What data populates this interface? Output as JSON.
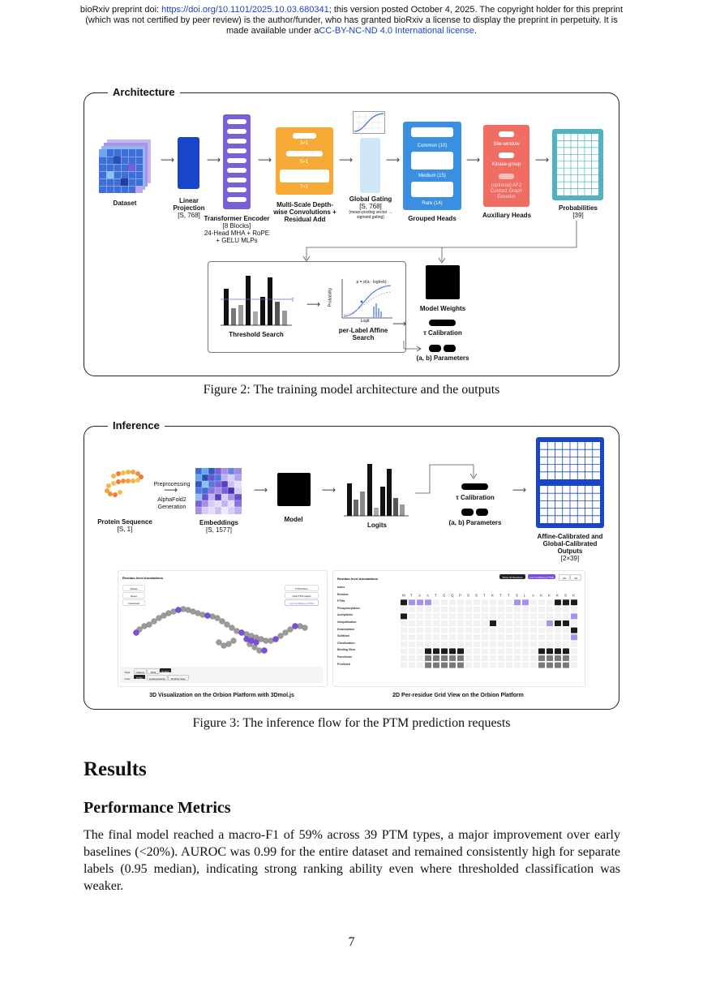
{
  "header": {
    "line1_prefix": "bioRxiv preprint doi: ",
    "doi_link": "https://doi.org/10.1101/2025.10.03.680341",
    "line1_suffix": "; this version posted October 4, 2025. The copyright holder for this preprint",
    "line2": "(which was not certified by peer review) is the author/funder, who has granted bioRxiv a license to display the preprint in perpetuity. It is",
    "line3_prefix": "made available under a",
    "license_link": "CC-BY-NC-ND 4.0 International license",
    "line3_suffix": "."
  },
  "figure2": {
    "panel_title": "Architecture",
    "caption": "Figure 2: The training model architecture and the outputs",
    "dataset": "Dataset",
    "linear_projection": "Linear Projection",
    "linear_projection_dim": "[S, 768]",
    "transformer_title": "Transformer Encoder",
    "transformer_blocks": "[8 Blocks]",
    "transformer_detail": "24-Head MHA + RoPE + GELU MLPs",
    "conv_k1": "3×1",
    "conv_k2": "5×1",
    "conv_k3": "7×1",
    "conv_title": "Multi-Scale Depth-wise Convolutions + Residual Add",
    "gating_title": "Global Gating",
    "gating_dim": "[S, 768]",
    "gating_note": "(mean-pooling vector → sigmoid gating)",
    "head_common": "Common (10)",
    "head_medium": "Medium (15)",
    "head_rare": "Rare (14)",
    "grouped_heads": "Grouped Heads",
    "aux_site": "Site-window",
    "aux_kinase": "Kinase-group",
    "aux_af2": "(optional) AF2 Contact Graph Encoder",
    "auxiliary_heads": "Auxiliary Heads",
    "probabilities": "Probabilities",
    "probabilities_dim": "[39]",
    "threshold_search": "Threshold Search",
    "tau": "τ",
    "affine_formula": "p = σ(a · logit+b)",
    "probability_axis": "Probability",
    "logit_axis": "Logit",
    "affine_search": "per-Label Affine Search",
    "model_weights": "Model Weights",
    "tau_calibration": "τ Calibration",
    "ab_parameters": "(a, b) Parameters"
  },
  "figure3": {
    "panel_title": "Inference",
    "caption": "Figure 3: The inference flow for the PTM prediction requests",
    "protein_sequence": "Protein Sequence",
    "protein_dim": "[S, 1]",
    "preprocessing": "Preprocessing",
    "af2_generation": "AlphaFold2 Generation",
    "embeddings": "Embeddings",
    "embeddings_dim": "[S, 1577]",
    "model": "Model",
    "logits": "Logits",
    "tau_calibration": "τ Calibration",
    "ab_parameters": "(a, b) Parameters",
    "outputs": "Affine-Calibrated and Global-Calibrated Outputs",
    "outputs_dim": "[2×39]",
    "viz3d_caption": "3D Visualization on the Orbion Platform with 3Dmol.js",
    "grid_caption": "2D Per-residue Grid View on the Orbion Platform",
    "shot_left_title": "Residue-level Annotations",
    "shot_left_buttons": [
      "Rotate",
      "Reset",
      "Download"
    ],
    "shot_left_right_buttons": [
      "PTM Filters",
      "Hide PTM Labels",
      "Low Confidence PTMs"
    ],
    "shot_left_style_row": [
      "Style",
      "Cartoon",
      "Stick",
      "Sphere"
    ],
    "shot_left_color_row": [
      "Color",
      "PTMs",
      "Hydrophobicity",
      "Binding Sites"
    ],
    "shot_right_title": "Residue-level Annotations",
    "shot_right_buttons": [
      "Show All Residues",
      "Low Confidence PTMs",
      "2D",
      "3D"
    ],
    "grid_rows": [
      "Index",
      "Residue",
      "PTMs",
      "Phosphorylation",
      "Acetylation",
      "Ubiquitination",
      "Deamidation",
      "Sulfation",
      "Citrullination",
      "Binding Sites",
      "Functional",
      "Predicted"
    ],
    "grid_residues": [
      "M",
      "T",
      "A",
      "A",
      "T",
      "G",
      "Q",
      "P",
      "S",
      "S",
      "T",
      "K",
      "T",
      "T",
      "S",
      "L",
      "A",
      "K",
      "K",
      "K",
      "S",
      "K"
    ]
  },
  "results": {
    "heading": "Results",
    "subheading": "Performance Metrics",
    "paragraph": "The final model reached a macro-F1 of 59% across 39 PTM types, a major improvement over early baselines (<20%). AUROC was 0.99 for the entire dataset and remained consistently high for separate labels (0.95 median), indicating strong ranking ability even where thresholded classification was weaker."
  },
  "page_number": "7",
  "colors": {
    "link": "#1a3fd1",
    "transformer": "#7b5fd6",
    "conv": "#f7a935",
    "gating": "#cfe6f7",
    "heads": "#3b8fe0",
    "aux": "#ef6d62",
    "probabilities": "#4fb3c0",
    "linear": "#1a44c9",
    "output_grid": "#1a44c9"
  }
}
